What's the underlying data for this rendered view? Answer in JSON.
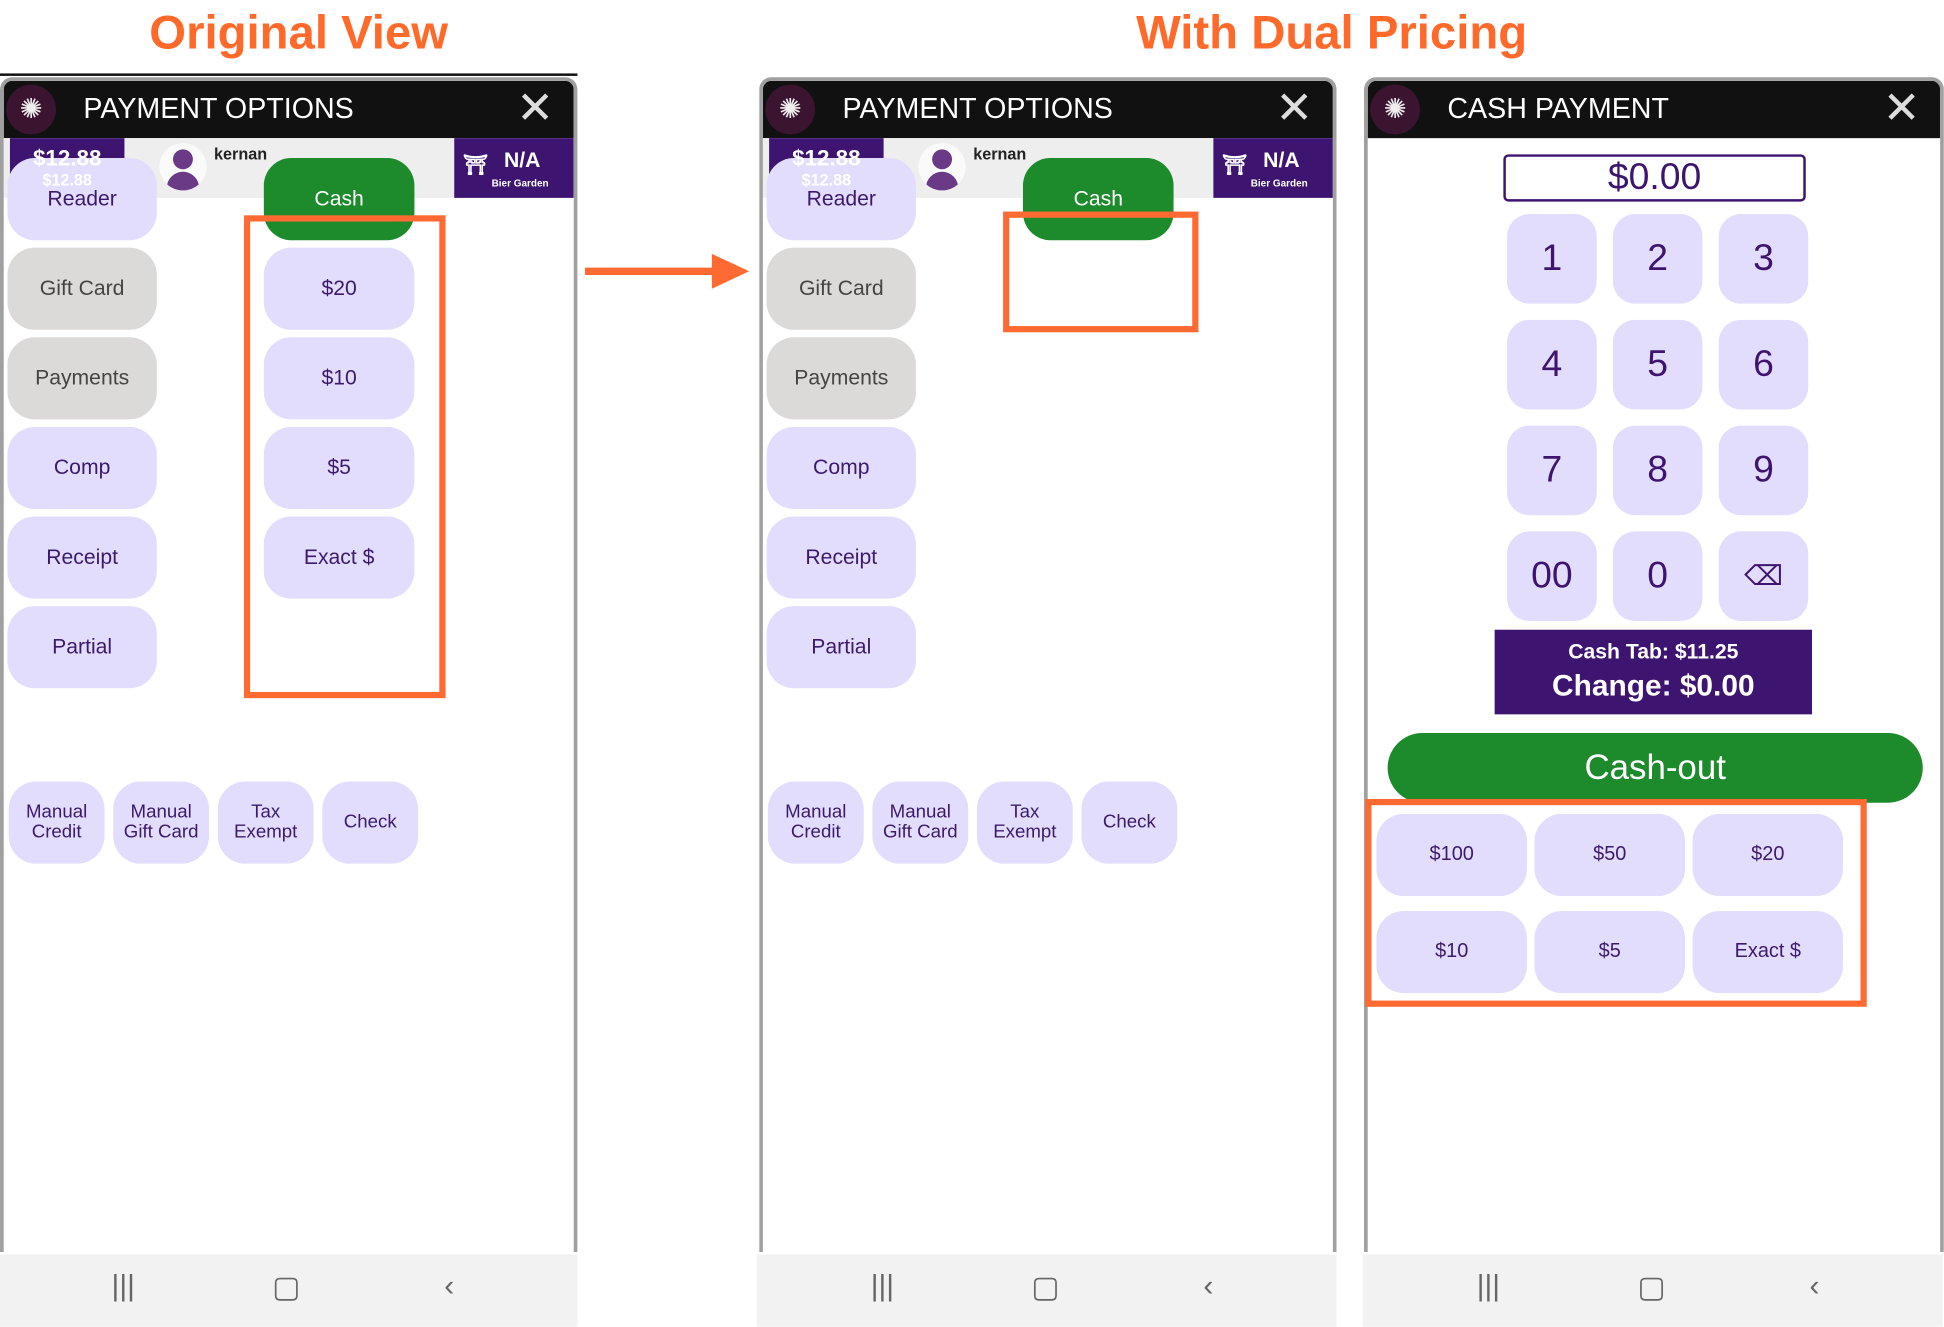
{
  "captions": {
    "original": "Original View",
    "dual": "With Dual Pricing"
  },
  "colors": {
    "accent_orange": "#ff6a33",
    "brand_purple": "#3d1470",
    "button_lavender": "#e2ddfc",
    "button_gray": "#dcdad8",
    "cash_green": "#1d8a2c",
    "header_black": "#111111"
  },
  "panels": [
    {
      "title": "PAYMENT OPTIONS",
      "total": "$12.88",
      "subtotal": "$12.88",
      "user": "kernan",
      "table": "N/A",
      "area": "Bier Garden",
      "left_buttons": [
        {
          "label": "Reader",
          "style": "lavender"
        },
        {
          "label": "Gift Card",
          "style": "gray"
        },
        {
          "label": "Payments",
          "style": "gray"
        },
        {
          "label": "Comp",
          "style": "lavender"
        },
        {
          "label": "Receipt",
          "style": "lavender"
        },
        {
          "label": "Partial",
          "style": "lavender"
        }
      ],
      "cash_buttons": [
        {
          "label": "Cash",
          "style": "green"
        },
        {
          "label": "$20",
          "style": "lavender"
        },
        {
          "label": "$10",
          "style": "lavender"
        },
        {
          "label": "$5",
          "style": "lavender"
        },
        {
          "label": "Exact $",
          "style": "lavender"
        }
      ],
      "bottom_buttons": [
        {
          "label": "Manual\nCredit"
        },
        {
          "label": "Manual\nGift Card"
        },
        {
          "label": "Tax\nExempt"
        },
        {
          "label": "Check"
        }
      ]
    },
    {
      "title": "PAYMENT OPTIONS",
      "total": "$12.88",
      "subtotal": "$12.88",
      "user": "kernan",
      "table": "N/A",
      "area": "Bier Garden",
      "left_buttons": [
        {
          "label": "Reader",
          "style": "lavender"
        },
        {
          "label": "Gift Card",
          "style": "gray"
        },
        {
          "label": "Payments",
          "style": "gray"
        },
        {
          "label": "Comp",
          "style": "lavender"
        },
        {
          "label": "Receipt",
          "style": "lavender"
        },
        {
          "label": "Partial",
          "style": "lavender"
        }
      ],
      "cash_buttons": [
        {
          "label": "Cash",
          "style": "green"
        }
      ],
      "bottom_buttons": [
        {
          "label": "Manual\nCredit"
        },
        {
          "label": "Manual\nGift Card"
        },
        {
          "label": "Tax\nExempt"
        },
        {
          "label": "Check"
        }
      ]
    }
  ],
  "cash_panel": {
    "title": "CASH PAYMENT",
    "amount": "$0.00",
    "keys": [
      "1",
      "2",
      "3",
      "4",
      "5",
      "6",
      "7",
      "8",
      "9",
      "00",
      "0"
    ],
    "backspace_icon": "backspace-icon",
    "cash_tab": "Cash Tab: $11.25",
    "change": "Change: $0.00",
    "cashout": "Cash-out",
    "quick_amounts": [
      "$100",
      "$50",
      "$20",
      "$10",
      "$5",
      "Exact $"
    ]
  },
  "nav_icons": [
    "recent-apps-icon",
    "home-icon",
    "back-icon"
  ]
}
